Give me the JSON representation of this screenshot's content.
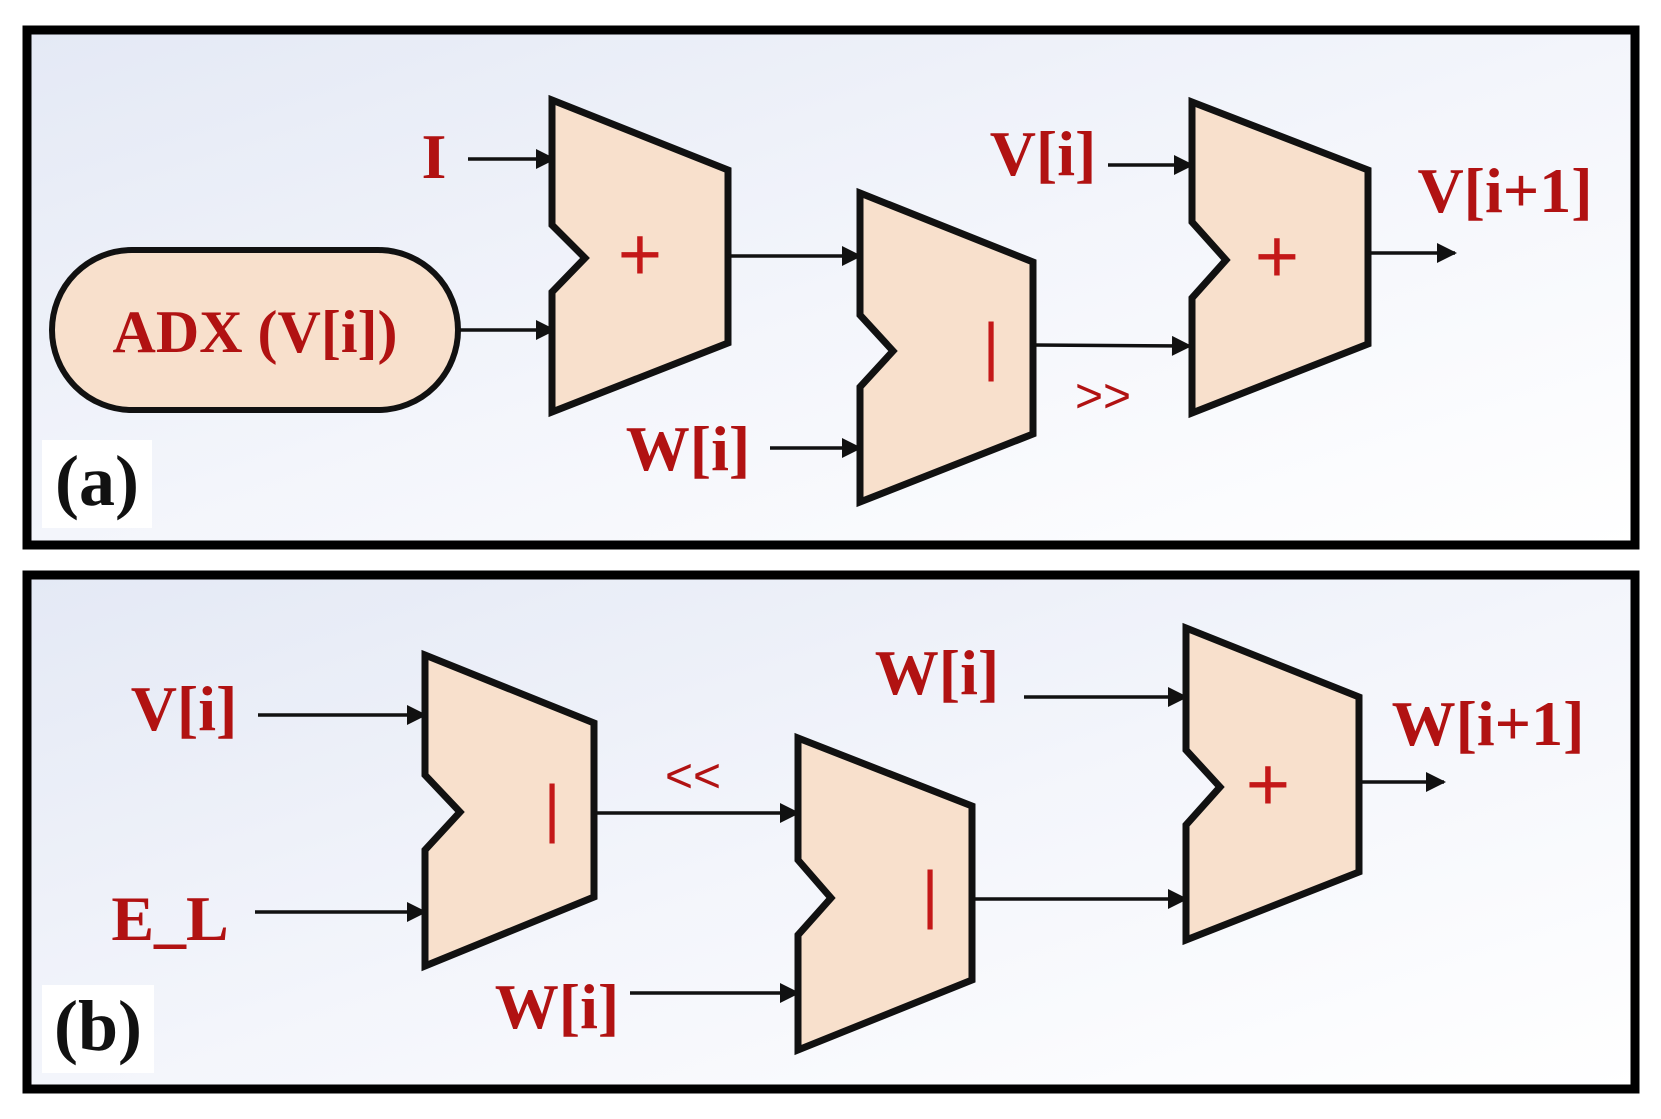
{
  "colors": {
    "label": "#b11212",
    "alu_fill": "#f8e0cc",
    "frame": "#000000",
    "wire": "#111111"
  },
  "panel_a": {
    "tag": "(a)",
    "input_i": "I",
    "adx_box": "ADX (V[i])",
    "v_i": "V[i]",
    "w_i": "W[i]",
    "output": "V[i+1]",
    "alu1_op": "+",
    "alu2_op": "|",
    "alu3_op": "+",
    "shift": ">>"
  },
  "panel_b": {
    "tag": "(b)",
    "v_i": "V[i]",
    "e_l": "E_L",
    "w_i_top": "W[i]",
    "w_i_bottom": "W[i]",
    "output": "W[i+1]",
    "alu1_op": "|",
    "alu2_op": "|",
    "alu3_op": "+",
    "shift": "<<"
  }
}
